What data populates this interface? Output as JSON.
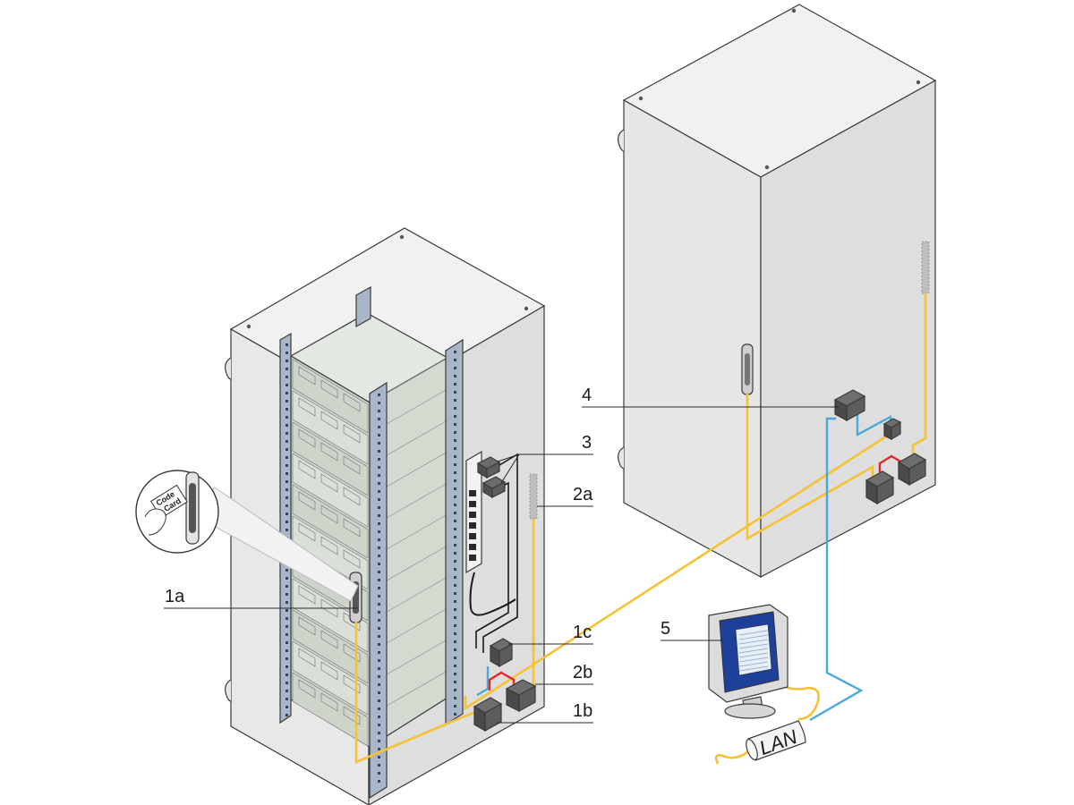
{
  "callouts": {
    "c1a": "1a",
    "c1b": "1b",
    "c1c": "1c",
    "c2a": "2a",
    "c2b": "2b",
    "c3": "3",
    "c4": "4",
    "c5": "5"
  },
  "lan_label": "LAN",
  "card_label_line1": "Code",
  "card_label_line2": "Card",
  "colors": {
    "cabinet_face": "#e9e9e9",
    "cabinet_side": "#dcdcdc",
    "cabinet_top": "#f1f1f1",
    "rail": "#a8b6c8",
    "server": "#d7ded6",
    "yellow_cable": "#f6c233",
    "blue_cable": "#4aa9dc",
    "red_cable": "#e0282a",
    "device": "#5a5a5a"
  }
}
